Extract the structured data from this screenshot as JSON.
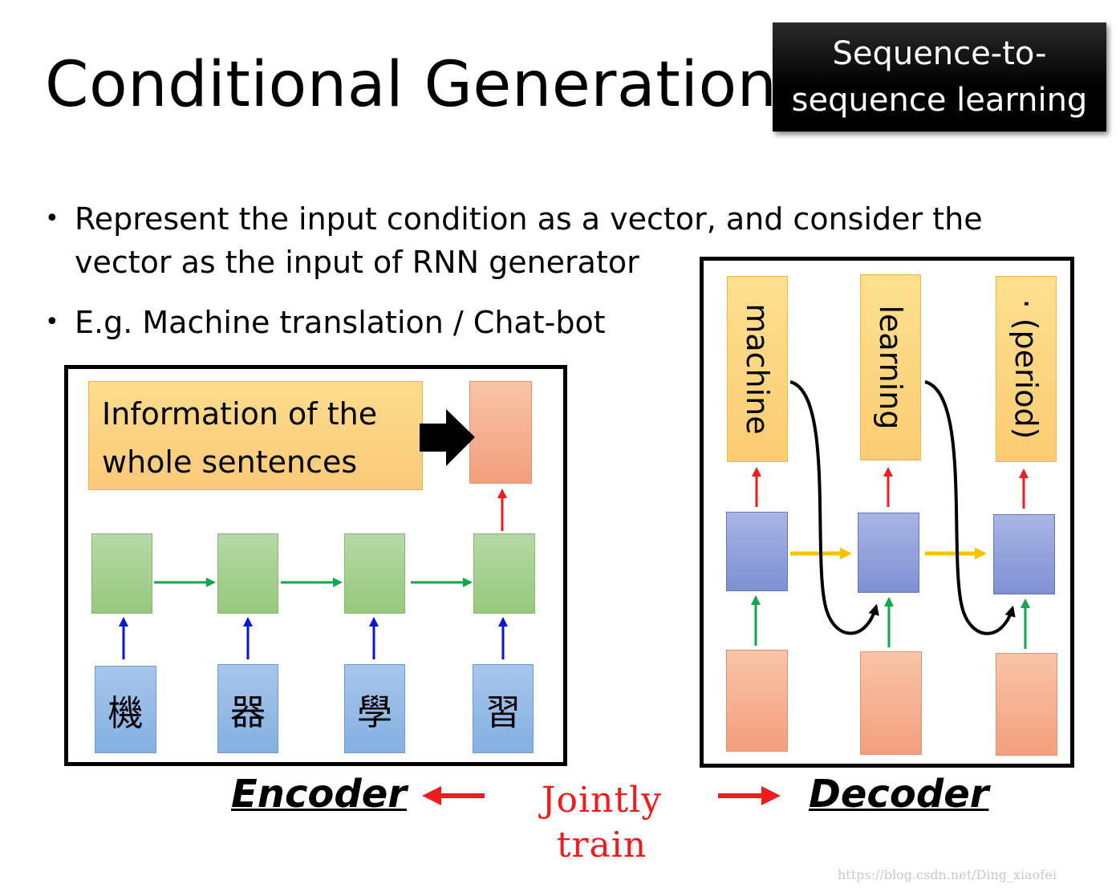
{
  "slide": {
    "title": "Conditional Generation",
    "tag_line1": "Sequence-to-",
    "tag_line2": "sequence learning",
    "bullets": [
      {
        "line1": "Represent the input condition as a vector, and consider the",
        "line2": "vector as the input of RNN generator"
      },
      {
        "line1": "E.g. Machine translation / Chat-bot"
      }
    ]
  },
  "encoder": {
    "info_line1": "Information of the",
    "info_line2": "whole sentences",
    "inputs": [
      "機",
      "器",
      "學",
      "習"
    ],
    "label": "Encoder"
  },
  "decoder": {
    "outputs": [
      "machine",
      "learning",
      "· (period)"
    ],
    "label": "Decoder"
  },
  "jointly": {
    "line1": "Jointly",
    "line2": "train"
  },
  "watermark": "https://blog.csdn.net/Ding_xiaofei",
  "colors": {
    "green_arrow": "#10a64a",
    "blue_arrow": "#0a14d8",
    "red_arrow": "#ee1c1c",
    "yellow_arrow": "#f7c200"
  }
}
